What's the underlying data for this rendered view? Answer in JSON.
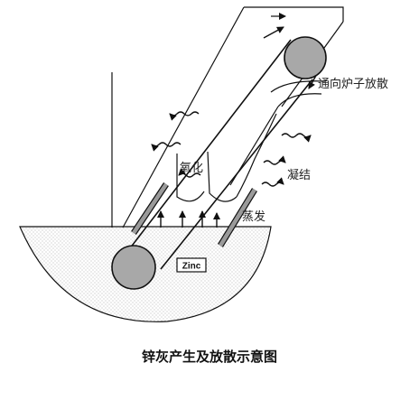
{
  "labels": {
    "vent": "通向炉子放散",
    "oxidation": "氧化",
    "condensation": "凝结",
    "evaporation": "蒸发",
    "zinc": "Zinc"
  },
  "caption": "锌灰产生及放散示意图"
}
